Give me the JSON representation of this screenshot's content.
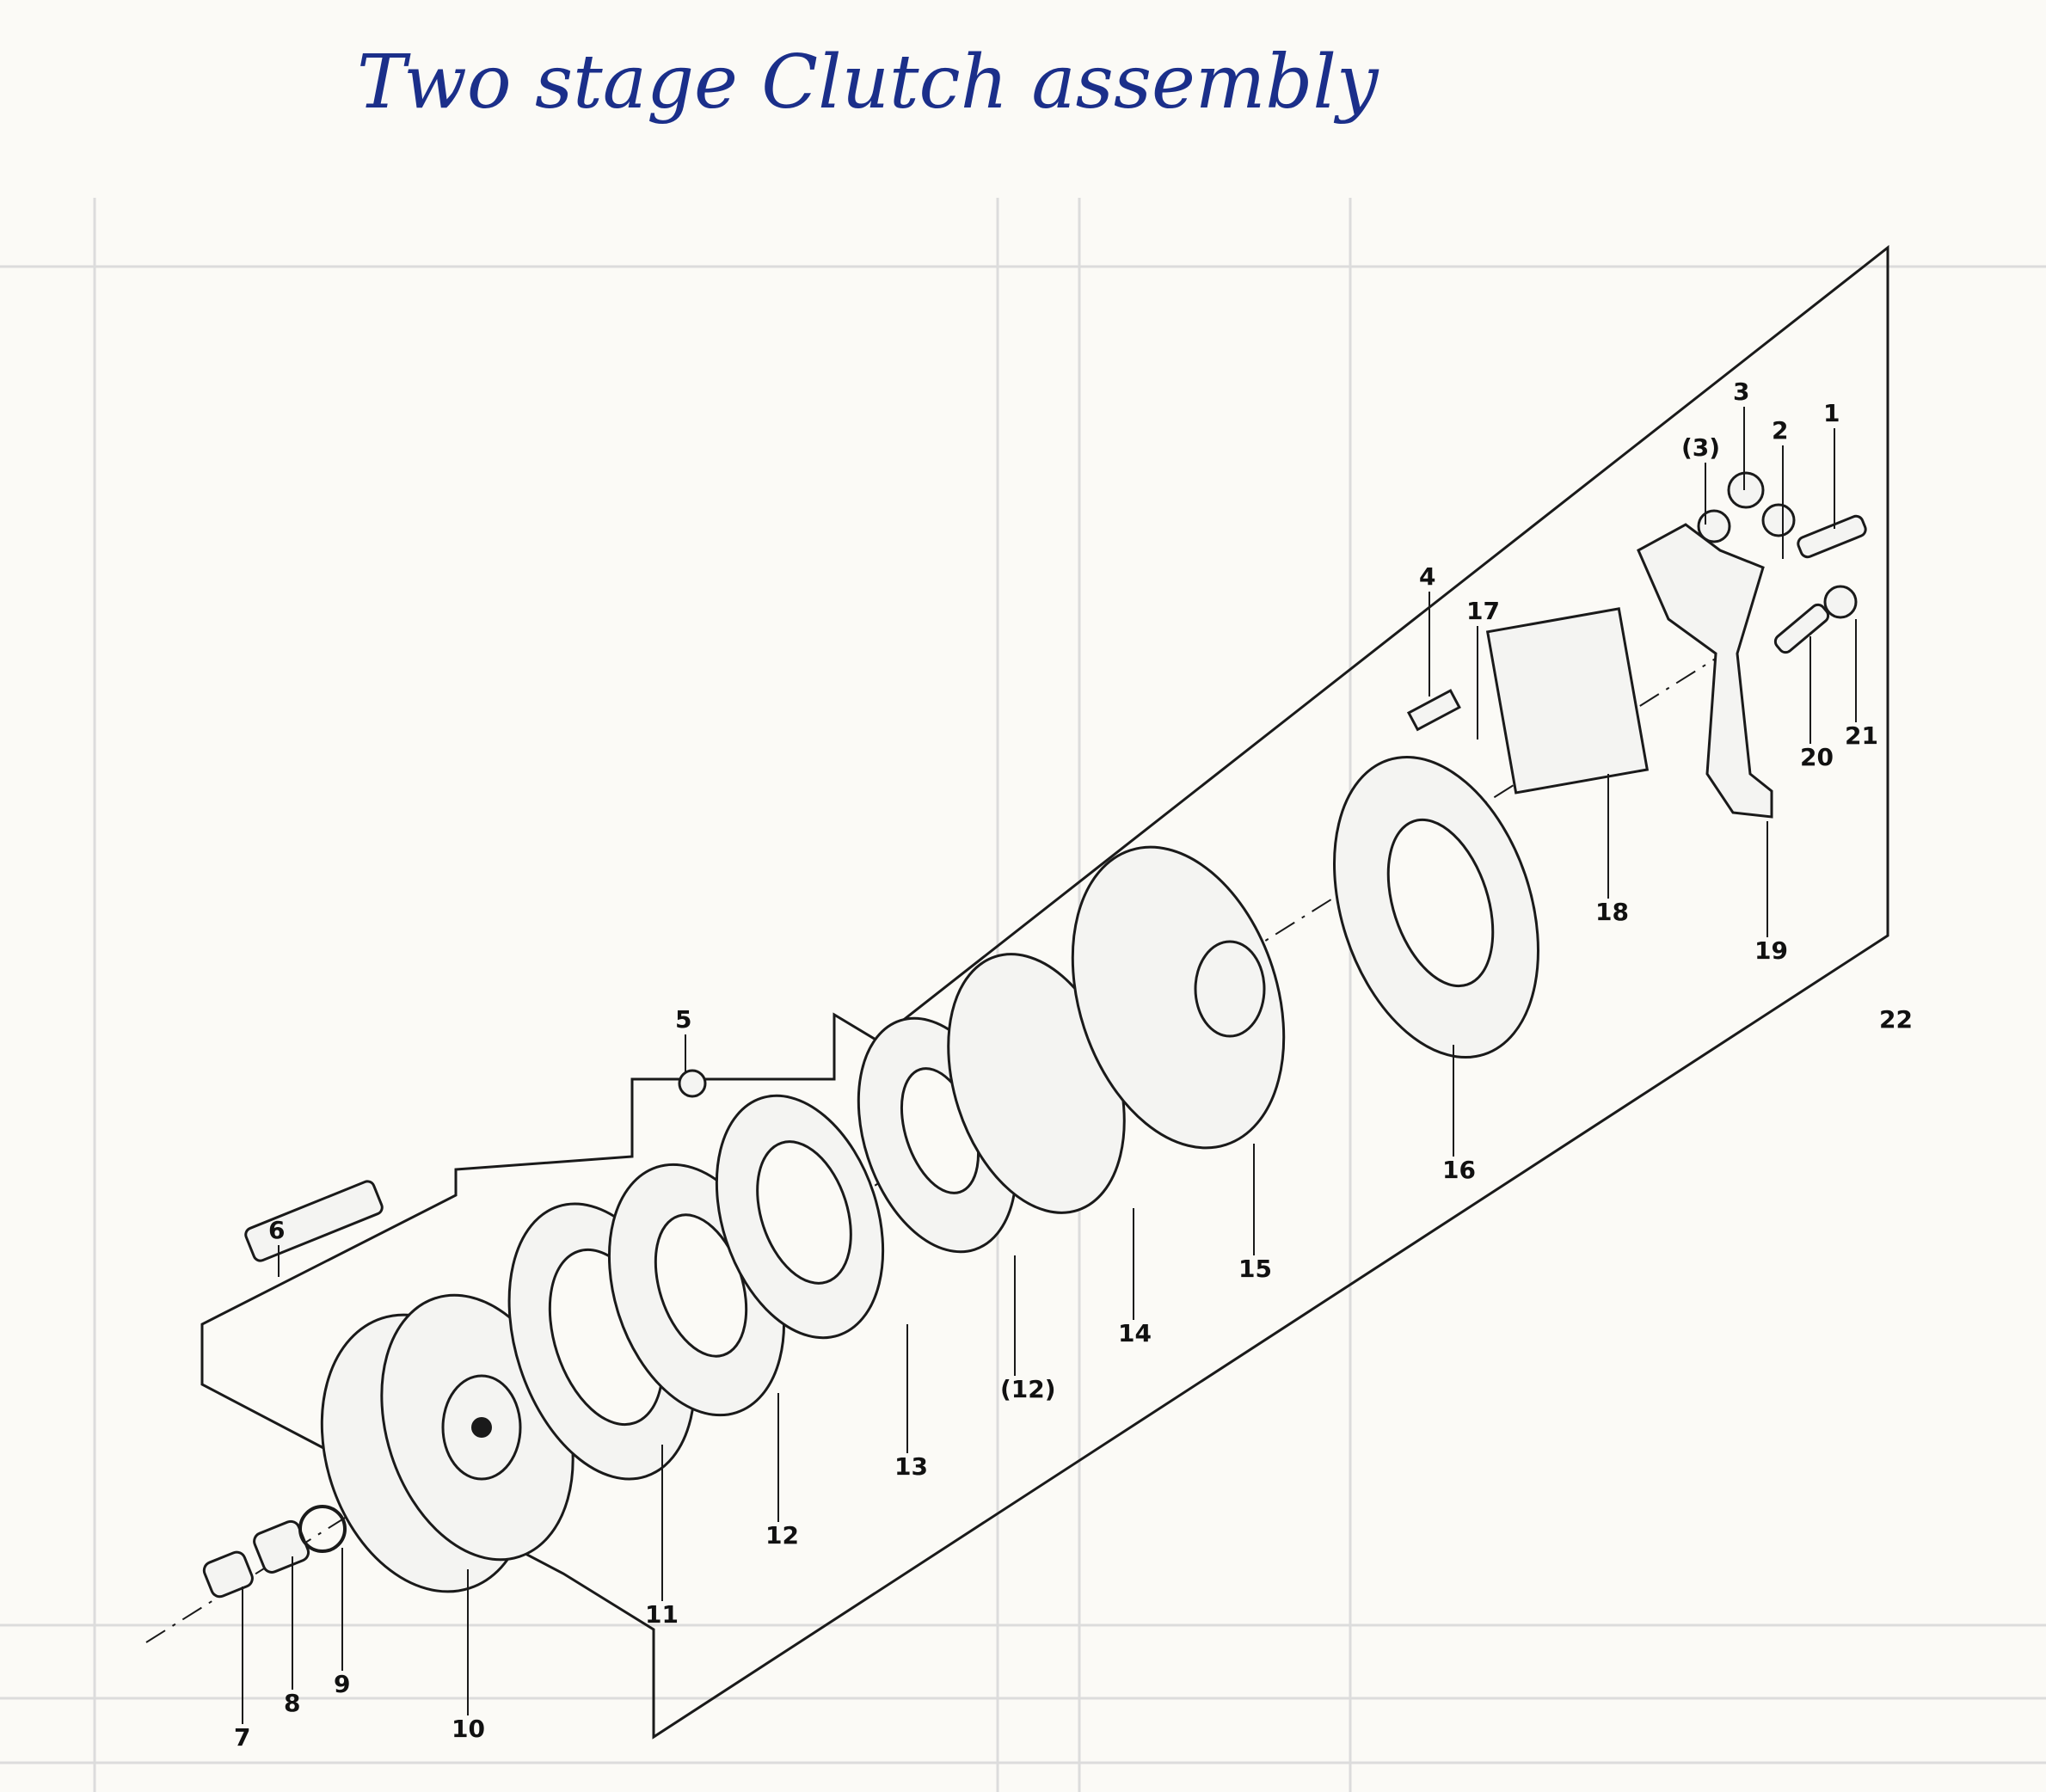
{
  "title": "Two stage Clutch assembly",
  "callouts": [
    {
      "id": "c1",
      "text": "1"
    },
    {
      "id": "c2",
      "text": "2"
    },
    {
      "id": "c3",
      "text": "3"
    },
    {
      "id": "c3p",
      "text": "(3)"
    },
    {
      "id": "c4",
      "text": "4"
    },
    {
      "id": "c5",
      "text": "5"
    },
    {
      "id": "c6",
      "text": "6"
    },
    {
      "id": "c7",
      "text": "7"
    },
    {
      "id": "c8",
      "text": "8"
    },
    {
      "id": "c9",
      "text": "9"
    },
    {
      "id": "c10",
      "text": "10"
    },
    {
      "id": "c11",
      "text": "11"
    },
    {
      "id": "c12",
      "text": "12"
    },
    {
      "id": "c12p",
      "text": "(12)"
    },
    {
      "id": "c13",
      "text": "13"
    },
    {
      "id": "c14",
      "text": "14"
    },
    {
      "id": "c15",
      "text": "15"
    },
    {
      "id": "c16",
      "text": "16"
    },
    {
      "id": "c17",
      "text": "17"
    },
    {
      "id": "c18",
      "text": "18"
    },
    {
      "id": "c19",
      "text": "19"
    },
    {
      "id": "c20",
      "text": "20"
    },
    {
      "id": "c21",
      "text": "21"
    },
    {
      "id": "c22",
      "text": "22"
    }
  ],
  "colors": {
    "ink": "#1b2f8a",
    "line": "#1a1a1a",
    "paper": "#fbfaf6",
    "bleed": "#d2d2d2"
  }
}
